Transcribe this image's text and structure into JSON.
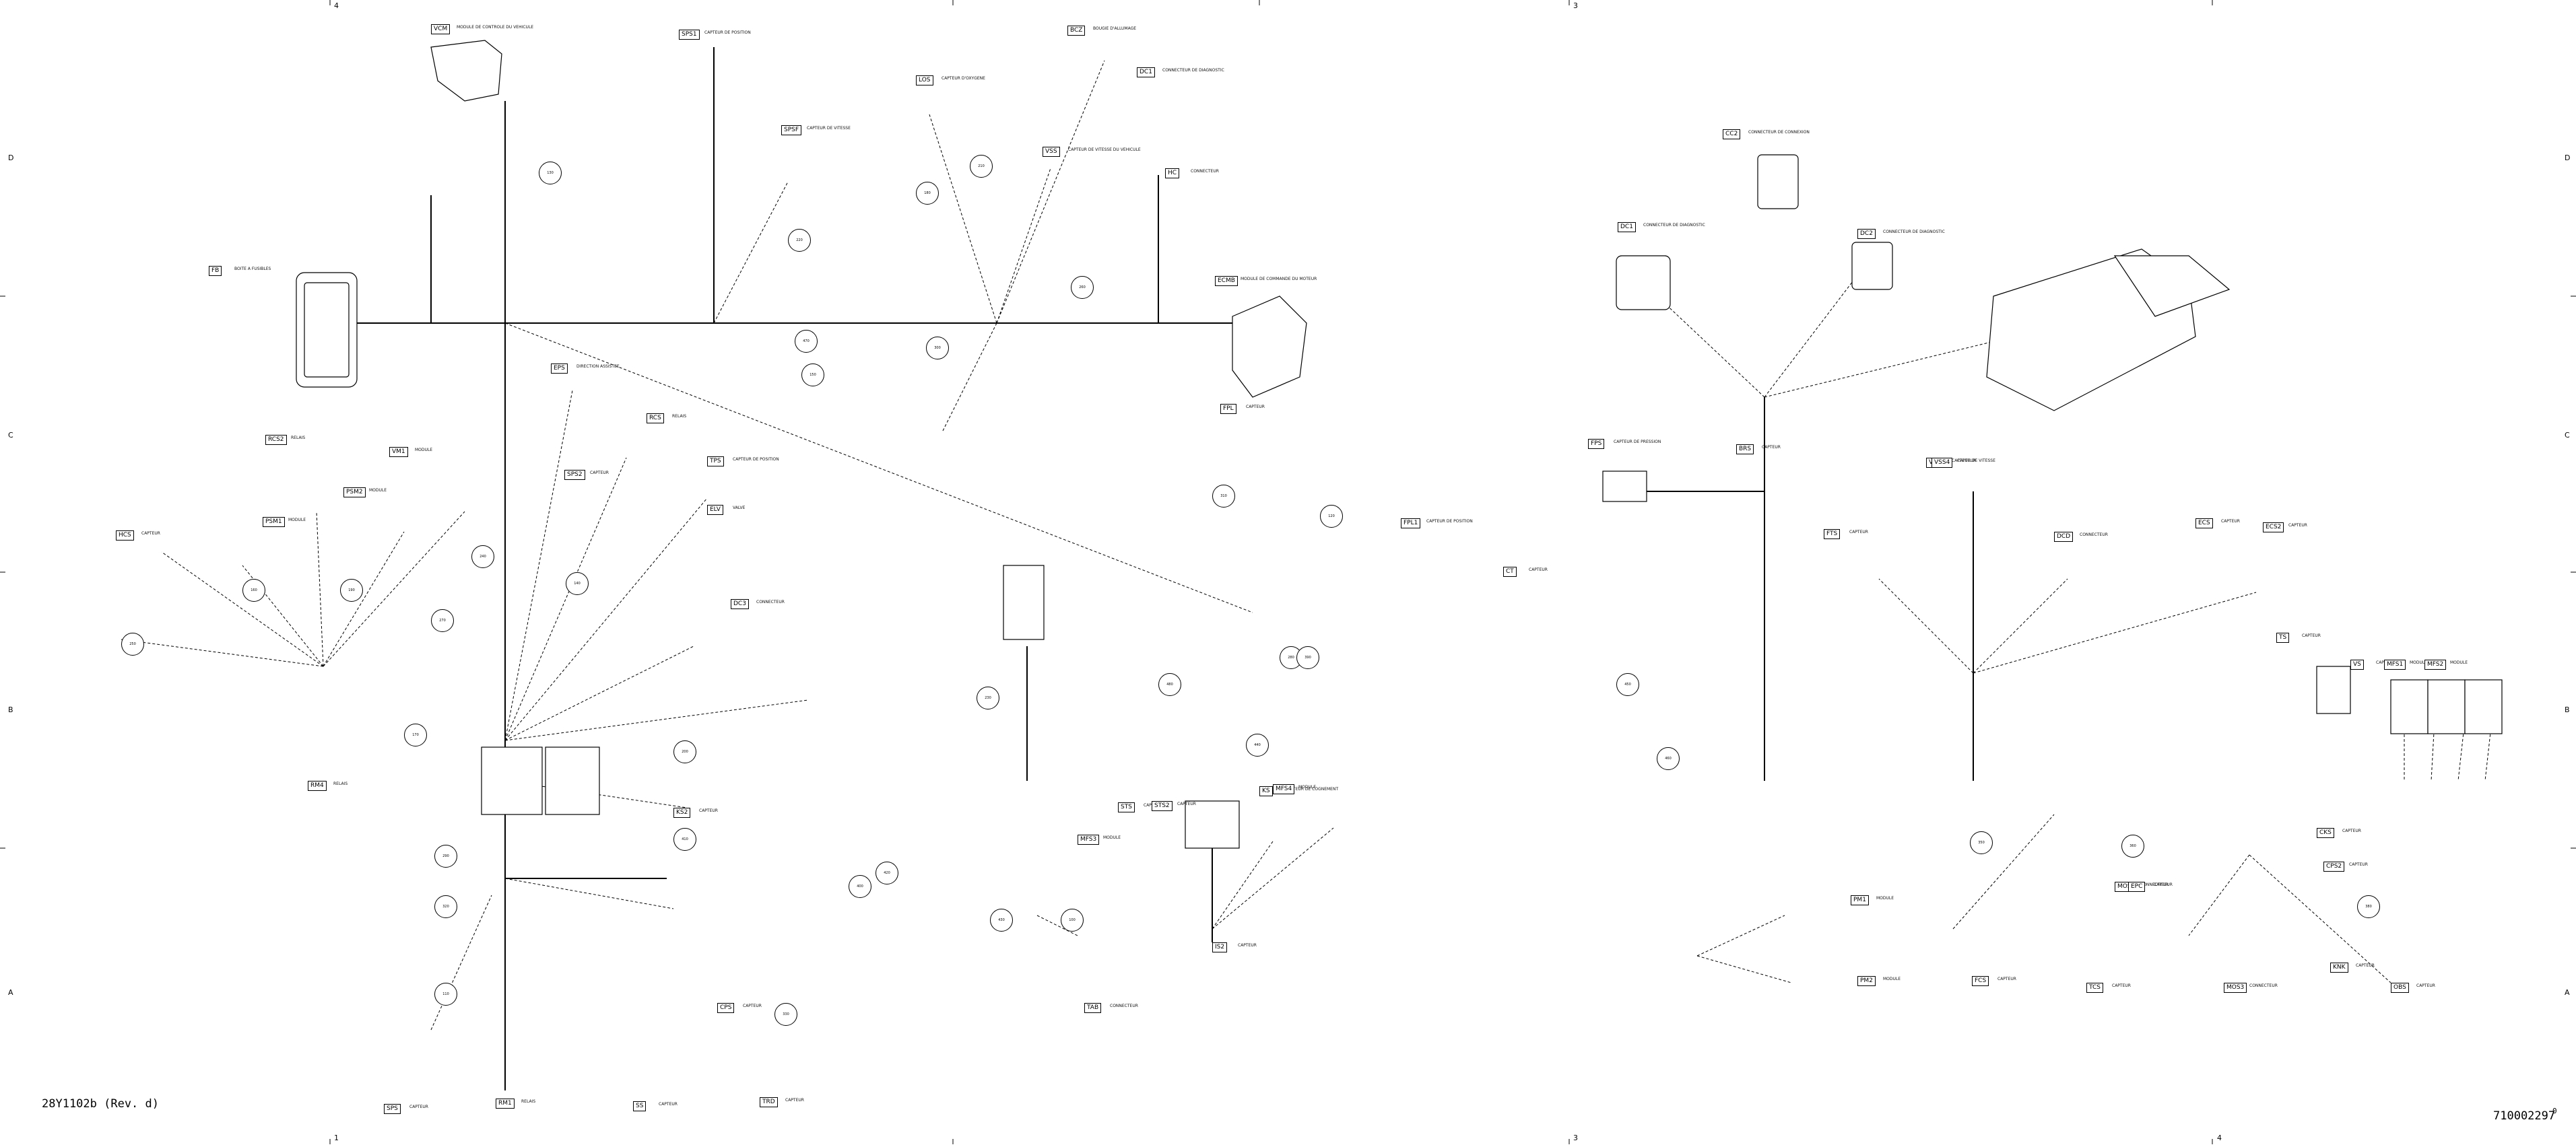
{
  "sheet": {
    "revision_label": "28Y1102b (Rev. d)",
    "part_number": "710002297",
    "part_suffix": "0"
  },
  "border": {
    "top": [
      "4",
      "3"
    ],
    "bottom": [
      "1",
      "3",
      "4"
    ],
    "left": [
      "D",
      "C",
      "B",
      "A"
    ],
    "right": [
      "D",
      "C",
      "B",
      "A"
    ]
  },
  "connectors": [
    {
      "code": "VCM",
      "desc": "MODULE DE CONTROLE DU VEHICULE"
    },
    {
      "code": "SPS1",
      "desc": "CAPTEUR DE POSITION"
    },
    {
      "code": "BCZ",
      "desc": "BOUGIE D'ALLUMAGE"
    },
    {
      "code": "LOS",
      "desc": "CAPTEUR D'OXYGENE"
    },
    {
      "code": "DC1",
      "desc": "CONNECTEUR DE DIAGNOSTIC"
    },
    {
      "code": "SPSF",
      "desc": "CAPTEUR DE VITESSE"
    },
    {
      "code": "VSS",
      "desc": "CAPTEUR DE VITESSE DU VEHICULE"
    },
    {
      "code": "HC",
      "desc": "CONNECTEUR"
    },
    {
      "code": "CC2",
      "desc": "CONNECTEUR DE CONNEXION"
    },
    {
      "code": "DC1",
      "desc": "CONNECTEUR DE DIAGNOSTIC"
    },
    {
      "code": "DC2",
      "desc": "CONNECTEUR DE DIAGNOSTIC"
    },
    {
      "code": "BRS",
      "desc": "CAPTEUR"
    },
    {
      "code": "VSS2",
      "desc": "CAPTEUR DE VITESSE"
    },
    {
      "code": "FB",
      "desc": "BOITE A FUSIBLES"
    },
    {
      "code": "ECMB",
      "desc": "MODULE DE COMMANDE DU MOTEUR"
    },
    {
      "code": "EPS",
      "desc": "DIRECTION ASSISTEE"
    },
    {
      "code": "SPS2",
      "desc": "CAPTEUR"
    },
    {
      "code": "RCS",
      "desc": "RELAIS"
    },
    {
      "code": "RCS2",
      "desc": "RELAIS"
    },
    {
      "code": "VM1",
      "desc": "MODULE"
    },
    {
      "code": "FPL1",
      "desc": "CAPTEUR DE POSITION"
    },
    {
      "code": "FPL",
      "desc": "CAPTEUR"
    },
    {
      "code": "PSM1",
      "desc": "MODULE"
    },
    {
      "code": "PSM2",
      "desc": "MODULE"
    },
    {
      "code": "HCS",
      "desc": "CAPTEUR"
    },
    {
      "code": "TPS",
      "desc": "CAPTEUR DE POSITION"
    },
    {
      "code": "ELV",
      "desc": "VALVE"
    },
    {
      "code": "CT",
      "desc": "CAPTEUR"
    },
    {
      "code": "FPS",
      "desc": "CAPTEUR DE PRESSION"
    },
    {
      "code": "VSS4",
      "desc": "CAPTEUR"
    },
    {
      "code": "FTS",
      "desc": "CAPTEUR"
    },
    {
      "code": "DCD",
      "desc": "CONNECTEUR"
    },
    {
      "code": "ECS",
      "desc": "CAPTEUR"
    },
    {
      "code": "ECS2",
      "desc": "CAPTEUR"
    },
    {
      "code": "STS",
      "desc": "CAPTEUR"
    },
    {
      "code": "STS2",
      "desc": "CAPTEUR"
    },
    {
      "code": "KS",
      "desc": "CAPTEUR DE COGNEMENT"
    },
    {
      "code": "TS",
      "desc": "CAPTEUR"
    },
    {
      "code": "VS",
      "desc": "CAPTEUR"
    },
    {
      "code": "MFS1",
      "desc": "MODULE"
    },
    {
      "code": "MFS2",
      "desc": "MODULE"
    },
    {
      "code": "MFS3",
      "desc": "MODULE"
    },
    {
      "code": "MFS4",
      "desc": "MODULE"
    },
    {
      "code": "CPS",
      "desc": "CAPTEUR"
    },
    {
      "code": "TRD",
      "desc": "CAPTEUR"
    },
    {
      "code": "SS",
      "desc": "CAPTEUR"
    },
    {
      "code": "IS2",
      "desc": "CAPTEUR"
    },
    {
      "code": "TAB",
      "desc": "CONNECTEUR"
    },
    {
      "code": "MOS2",
      "desc": "CONNECTEUR"
    },
    {
      "code": "MOS3",
      "desc": "CONNECTEUR"
    },
    {
      "code": "PM1",
      "desc": "MODULE"
    },
    {
      "code": "PM2",
      "desc": "MODULE"
    },
    {
      "code": "FCS",
      "desc": "CAPTEUR"
    },
    {
      "code": "TCS",
      "desc": "CAPTEUR"
    },
    {
      "code": "CKS",
      "desc": "CAPTEUR"
    },
    {
      "code": "OBS",
      "desc": "CAPTEUR"
    },
    {
      "code": "SPS",
      "desc": "CAPTEUR"
    },
    {
      "code": "KS2",
      "desc": "CAPTEUR"
    },
    {
      "code": "DC3",
      "desc": "CONNECTEUR"
    },
    {
      "code": "RM4",
      "desc": "RELAIS"
    },
    {
      "code": "RM1",
      "desc": "RELAIS"
    },
    {
      "code": "CPS2",
      "desc": "CAPTEUR"
    },
    {
      "code": "KNK",
      "desc": "CAPTEUR"
    },
    {
      "code": "EPC",
      "desc": "CAPTEUR"
    }
  ],
  "bubbles": [
    "130",
    "210",
    "180",
    "220",
    "260",
    "300",
    "150",
    "160",
    "190",
    "240",
    "270",
    "310",
    "120",
    "140",
    "170",
    "200",
    "230",
    "250",
    "280",
    "290",
    "320",
    "110",
    "100",
    "330",
    "350",
    "360",
    "380",
    "390",
    "400",
    "410",
    "420",
    "430",
    "440",
    "450",
    "460",
    "470",
    "480"
  ],
  "colors": {
    "ink": "#000000",
    "paper": "#ffffff"
  }
}
